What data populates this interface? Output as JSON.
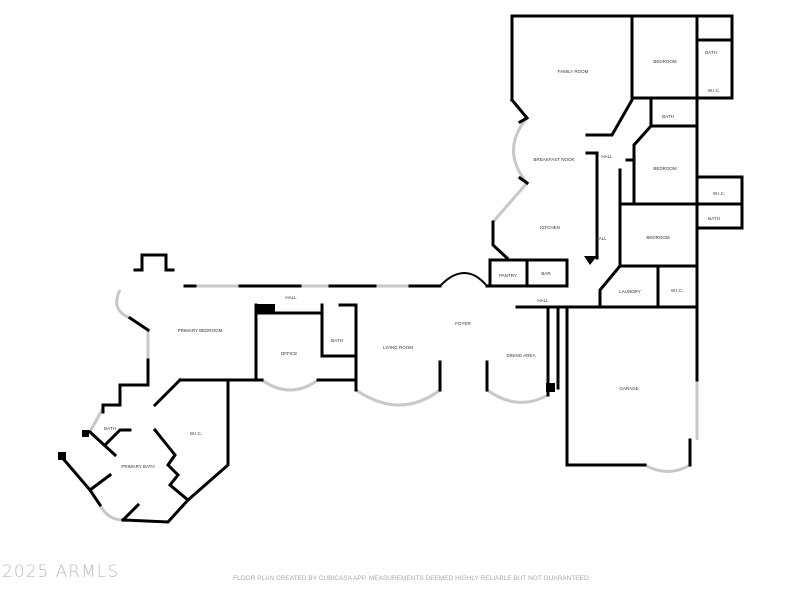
{
  "rooms": {
    "family_room": "FAMILY ROOM",
    "bedroom_1": "BEDROOM",
    "bath_1": "BATH",
    "wic_1": "W.I.C.",
    "bath_2": "BATH",
    "hall_1": "HALL",
    "breakfast_nook": "BREAKFAST NOOK",
    "bedroom_2": "BEDROOM",
    "wic_2": "W.I.C.",
    "bath_3": "BATH",
    "kitchen": "KITCHEN",
    "hall_2": "HALL",
    "bedroom_3": "BEDROOM",
    "pantry": "PANTRY",
    "bar": "BAR",
    "laundry": "LAUNDRY",
    "wic_3": "W.I.C.",
    "hall_3": "HALL",
    "hall_4": "HALL",
    "primary_bedroom": "PRIMARY BEDROOM",
    "office": "OFFICE",
    "bath_4": "BATH",
    "living_room": "LIVING ROOM",
    "foyer": "FOYER",
    "dining_area": "DINING AREA",
    "garage": "GARAGE",
    "bath_5": "BATH",
    "wic_4": "W.I.C.",
    "primary_bath": "PRIMARY BATH"
  },
  "watermark": "2025 ARMLS",
  "disclaimer": "FLOOR PLAN CREATED BY CUBICASA APP. MEASUREMENTS DEEMED HIGHLY RELIABLE BUT NOT GUARANTEED."
}
